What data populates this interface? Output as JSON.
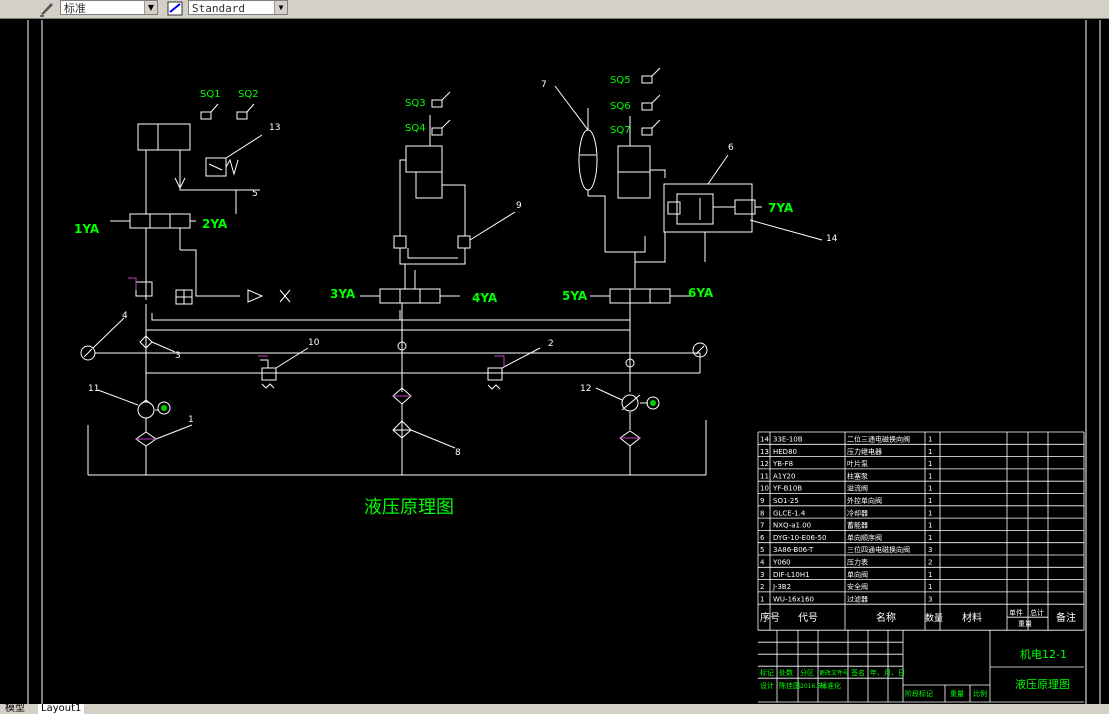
{
  "toolbar": {
    "text_style": "标准",
    "dim_style": "Standard"
  },
  "drawing": {
    "title": "液压原理图",
    "labels": {
      "sq1": "SQ1",
      "sq2": "SQ2",
      "sq3": "SQ3",
      "sq4": "SQ4",
      "sq5": "SQ5",
      "sq6": "SQ6",
      "sq7": "SQ7",
      "y1": "1YA",
      "y2": "2YA",
      "y3": "3YA",
      "y4": "4YA",
      "y5": "5YA",
      "y6": "6YA",
      "y7": "7YA",
      "n1": "1",
      "n2": "2",
      "n3": "3",
      "n4": "4",
      "n5": "5",
      "n6": "6",
      "n7": "7",
      "n8": "8",
      "n9": "9",
      "n10": "10",
      "n11": "11",
      "n12": "12",
      "n13": "13",
      "n14": "14"
    }
  },
  "parts_table": {
    "rows": [
      {
        "no": "14",
        "code": "33E-10B",
        "name": "二位三通电磁换向阀",
        "qty": "1"
      },
      {
        "no": "13",
        "code": "HED80",
        "name": "压力继电器",
        "qty": "1"
      },
      {
        "no": "12",
        "code": "YB-F8",
        "name": "叶片泵",
        "qty": "1"
      },
      {
        "no": "11",
        "code": "A1Y20",
        "name": "柱塞泵",
        "qty": "1"
      },
      {
        "no": "10",
        "code": "YF-B10B",
        "name": "溢流阀",
        "qty": "1"
      },
      {
        "no": "9",
        "code": "SO1-25",
        "name": "外控单向阀",
        "qty": "1"
      },
      {
        "no": "8",
        "code": "GLCE-1.4",
        "name": "冷却器",
        "qty": "1"
      },
      {
        "no": "7",
        "code": "NXQ-a1.00",
        "name": "蓄能器",
        "qty": "1"
      },
      {
        "no": "6",
        "code": "DYG-10-E06-50",
        "name": "单向顺序阀",
        "qty": "1"
      },
      {
        "no": "5",
        "code": "3A86-B06-T",
        "name": "三位四通电磁换向阀",
        "qty": "3"
      },
      {
        "no": "4",
        "code": "Y060",
        "name": "压力表",
        "qty": "2"
      },
      {
        "no": "3",
        "code": "DIF-L10H1",
        "name": "单向阀",
        "qty": "1"
      },
      {
        "no": "2",
        "code": "J-3B2",
        "name": "安全阀",
        "qty": "1"
      },
      {
        "no": "1",
        "code": "WU-16x160",
        "name": "过滤器",
        "qty": "3"
      }
    ],
    "headers": {
      "no": "序号",
      "code": "代号",
      "name": "名称",
      "qty": "数量",
      "material": "材料",
      "unit_weight": "单件",
      "total_weight": "总计",
      "weight": "重量",
      "remark": "备注"
    },
    "title_block": {
      "project": "机电12-1",
      "drawing_name": "液压原理图",
      "designer": "设计",
      "designer_name": "陈佳国",
      "date": "2016.6.6",
      "standard": "标准化",
      "stage_mark": "阶段标记",
      "weight_label": "重量",
      "scale_label": "比例",
      "mark": "标记",
      "count": "处数",
      "zone": "分区",
      "change_doc": "更改文件号",
      "sign": "签名",
      "ymd": "年、月、日"
    }
  },
  "tabs": {
    "model": "模型",
    "layout1": "Layout1"
  }
}
